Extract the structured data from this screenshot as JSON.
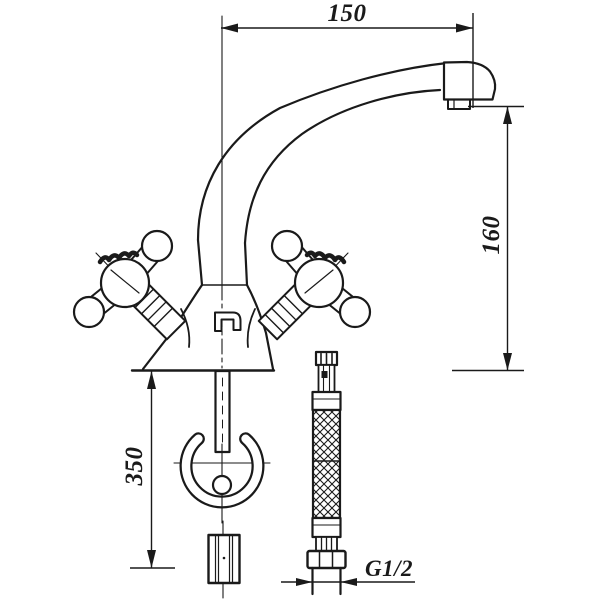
{
  "drawing": {
    "labels": {
      "spout_reach_mm": "150",
      "spout_height_mm": "160",
      "shank_length_mm": "350",
      "thread_size": "G1/2"
    },
    "colors": {
      "line": "#1a1a1a",
      "background": "#ffffff"
    }
  }
}
